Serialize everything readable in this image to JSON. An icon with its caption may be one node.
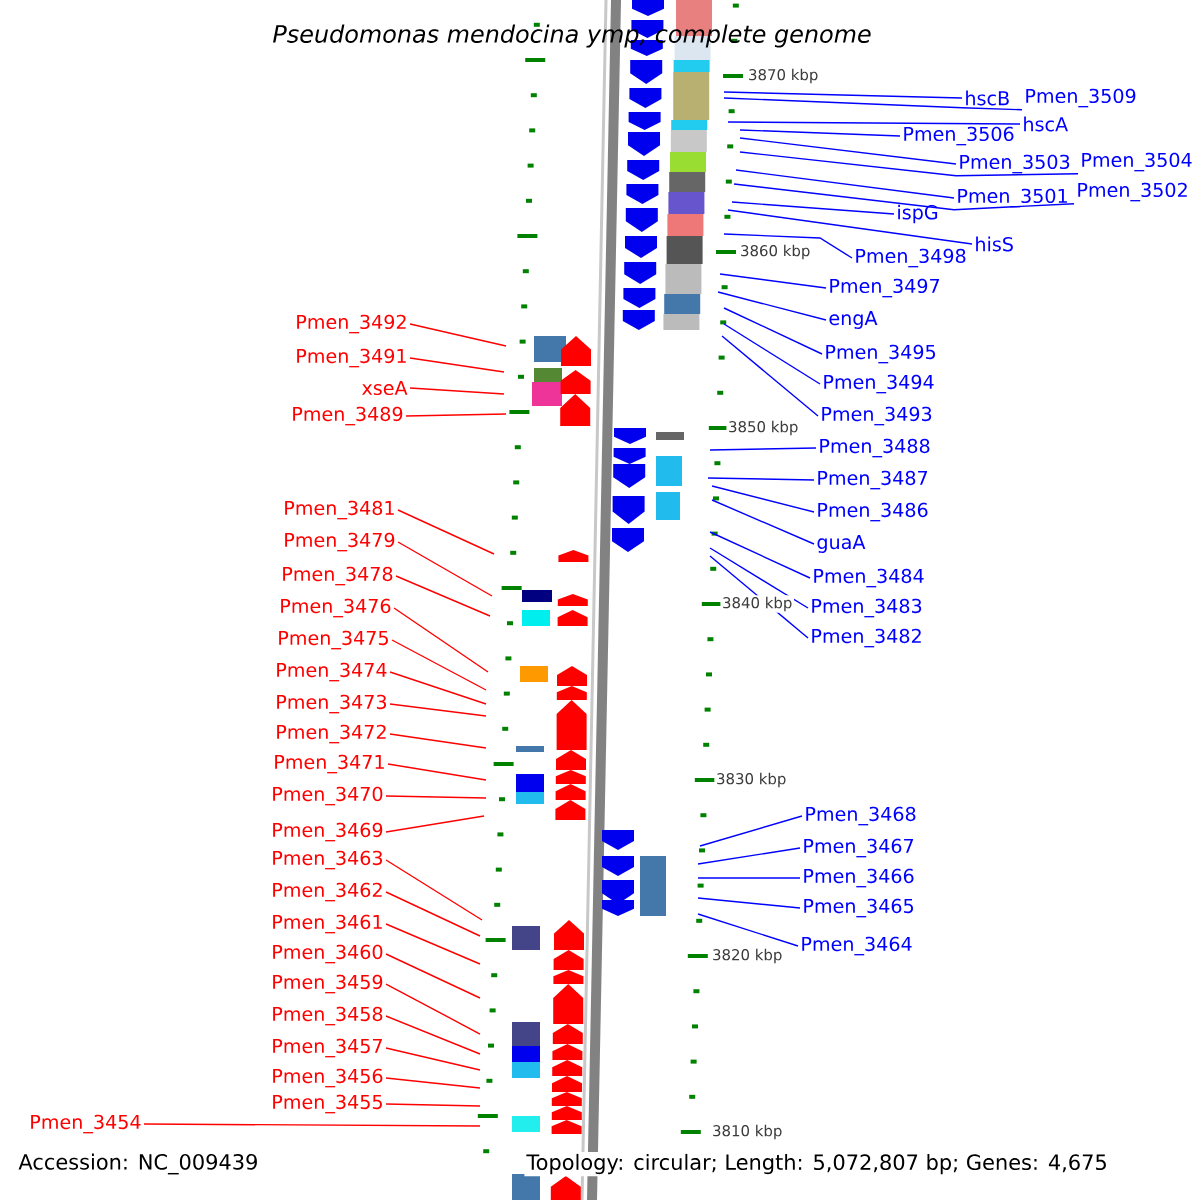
{
  "diagram": {
    "title": "Pseudomonas mendocina ymp, complete genome",
    "nodes": [
      {
        "text": [
          "hscB"
        ]
      },
      {
        "text": [
          "Pmen_3509"
        ]
      },
      {
        "text": [
          "hscA"
        ]
      },
      {
        "text": [
          "Pmen_3506"
        ]
      },
      {
        "text": [
          "Pmen_3503"
        ]
      },
      {
        "text": [
          "Pmen_3504"
        ]
      },
      {
        "text": [
          "Pmen_3501"
        ]
      },
      {
        "text": [
          "Pmen_3502"
        ]
      },
      {
        "text": [
          "ispG"
        ]
      },
      {
        "text": [
          "hisS"
        ]
      },
      {
        "text": [
          "Pmen_3498"
        ]
      },
      {
        "text": [
          "Pmen_3497"
        ]
      },
      {
        "text": [
          "engA"
        ]
      },
      {
        "text": [
          "Pmen_3495"
        ]
      },
      {
        "text": [
          "Pmen_3494"
        ]
      },
      {
        "text": [
          "Pmen_3493"
        ]
      },
      {
        "text": [
          "Pmen_3488"
        ]
      },
      {
        "text": [
          "Pmen_3487"
        ]
      },
      {
        "text": [
          "Pmen_3486"
        ]
      },
      {
        "text": [
          "guaA"
        ]
      },
      {
        "text": [
          "Pmen_3484"
        ]
      },
      {
        "text": [
          "Pmen_3483"
        ]
      },
      {
        "text": [
          "Pmen_3482"
        ]
      },
      {
        "text": [
          "Pmen_3468"
        ]
      },
      {
        "text": [
          "Pmen_3467"
        ]
      },
      {
        "text": [
          "Pmen_3466"
        ]
      },
      {
        "text": [
          "Pmen_3465"
        ]
      },
      {
        "text": [
          "Pmen_3464"
        ]
      },
      {
        "text": [
          "Pmen_3492"
        ]
      },
      {
        "text": [
          "Pmen_3491"
        ]
      },
      {
        "text": [
          "xseA"
        ]
      },
      {
        "text": [
          "Pmen_3489"
        ]
      },
      {
        "text": [
          "Pmen_3481"
        ]
      },
      {
        "text": [
          "Pmen_3479"
        ]
      },
      {
        "text": [
          "Pmen_3478"
        ]
      },
      {
        "text": [
          "Pmen_3476"
        ]
      },
      {
        "text": [
          "Pmen_3475"
        ]
      },
      {
        "text": [
          "Pmen_3474"
        ]
      },
      {
        "text": [
          "Pmen_3473"
        ]
      },
      {
        "text": [
          "Pmen_3472"
        ]
      },
      {
        "text": [
          "Pmen_3471"
        ]
      },
      {
        "text": [
          "Pmen_3470"
        ]
      },
      {
        "text": [
          "Pmen_3469"
        ]
      },
      {
        "text": [
          "Pmen_3463"
        ]
      },
      {
        "text": [
          "Pmen_3462"
        ]
      },
      {
        "text": [
          "Pmen_3461"
        ]
      },
      {
        "text": [
          "Pmen_3460"
        ]
      },
      {
        "text": [
          "Pmen_3459"
        ]
      },
      {
        "text": [
          "Pmen_3458"
        ]
      },
      {
        "text": [
          "Pmen_3457"
        ]
      },
      {
        "text": [
          "Pmen_3456"
        ]
      },
      {
        "text": [
          "Pmen_3455"
        ]
      },
      {
        "text": [
          "Pmen_3454"
        ]
      }
    ],
    "edges": [
      {
        "from": 0,
        "to": null,
        "arrow": "none"
      },
      {
        "from": 1,
        "to": null,
        "arrow": "none"
      },
      {
        "from": 2,
        "to": null,
        "arrow": "none"
      },
      {
        "from": 3,
        "to": null,
        "arrow": "none"
      },
      {
        "from": 4,
        "to": null,
        "arrow": "none"
      },
      {
        "from": 5,
        "to": null,
        "arrow": "none"
      },
      {
        "from": 6,
        "to": null,
        "arrow": "none"
      },
      {
        "from": 7,
        "to": null,
        "arrow": "none"
      },
      {
        "from": 8,
        "to": null,
        "arrow": "none"
      },
      {
        "from": 9,
        "to": null,
        "arrow": "none"
      },
      {
        "from": 10,
        "to": null,
        "arrow": "none"
      },
      {
        "from": 11,
        "to": null,
        "arrow": "none"
      },
      {
        "from": 12,
        "to": null,
        "arrow": "none"
      },
      {
        "from": 13,
        "to": null,
        "arrow": "none"
      },
      {
        "from": 14,
        "to": null,
        "arrow": "none"
      },
      {
        "from": 15,
        "to": null,
        "arrow": "none"
      },
      {
        "from": 16,
        "to": null,
        "arrow": "none"
      },
      {
        "from": 17,
        "to": null,
        "arrow": "none"
      },
      {
        "from": 18,
        "to": null,
        "arrow": "none"
      },
      {
        "from": 19,
        "to": null,
        "arrow": "none"
      },
      {
        "from": 20,
        "to": null,
        "arrow": "none"
      },
      {
        "from": 21,
        "to": null,
        "arrow": "none"
      },
      {
        "from": 22,
        "to": null,
        "arrow": "none"
      },
      {
        "from": 23,
        "to": null,
        "arrow": "none"
      },
      {
        "from": 24,
        "to": null,
        "arrow": "none"
      },
      {
        "from": 25,
        "to": null,
        "arrow": "none"
      },
      {
        "from": 26,
        "to": null,
        "arrow": "none"
      },
      {
        "from": 27,
        "to": null,
        "arrow": "none"
      },
      {
        "from": 28,
        "to": null,
        "arrow": "none",
        "color": "#ff0000"
      },
      {
        "from": 29,
        "to": null,
        "arrow": "none",
        "color": "#ff0000"
      },
      {
        "from": 30,
        "to": null,
        "arrow": "none",
        "color": "#ff0000"
      },
      {
        "from": 31,
        "to": null,
        "arrow": "none",
        "color": "#ff0000"
      },
      {
        "from": 32,
        "to": null,
        "arrow": "none",
        "color": "#ff0000"
      },
      {
        "from": 33,
        "to": null,
        "arrow": "none",
        "color": "#ff0000"
      },
      {
        "from": 34,
        "to": null,
        "arrow": "none",
        "color": "#ff0000"
      },
      {
        "from": 35,
        "to": null,
        "arrow": "none",
        "color": "#ff0000"
      },
      {
        "from": 36,
        "to": null,
        "arrow": "none",
        "color": "#ff0000"
      },
      {
        "from": 37,
        "to": null,
        "arrow": "none",
        "color": "#ff0000"
      },
      {
        "from": 38,
        "to": null,
        "arrow": "none",
        "color": "#ff0000"
      },
      {
        "from": 39,
        "to": null,
        "arrow": "none",
        "color": "#ff0000"
      },
      {
        "from": 40,
        "to": null,
        "arrow": "none",
        "color": "#ff0000"
      },
      {
        "from": 41,
        "to": null,
        "arrow": "none",
        "color": "#ff0000"
      },
      {
        "from": 42,
        "to": null,
        "arrow": "none",
        "color": "#ff0000"
      },
      {
        "from": 43,
        "to": null,
        "arrow": "none",
        "color": "#ff0000"
      },
      {
        "from": 44,
        "to": null,
        "arrow": "none",
        "color": "#ff0000"
      },
      {
        "from": 45,
        "to": null,
        "arrow": "none",
        "color": "#ff0000"
      },
      {
        "from": 46,
        "to": null,
        "arrow": "none",
        "color": "#ff0000"
      },
      {
        "from": 47,
        "to": null,
        "arrow": "none",
        "color": "#ff0000"
      },
      {
        "from": 48,
        "to": null,
        "arrow": "none",
        "color": "#ff0000"
      },
      {
        "from": 49,
        "to": null,
        "arrow": "none",
        "color": "#ff0000"
      },
      {
        "from": 50,
        "to": null,
        "arrow": "none",
        "color": "#ff0000"
      },
      {
        "from": 51,
        "to": null,
        "arrow": "none",
        "color": "#ff0000"
      },
      {
        "from": 52,
        "to": null,
        "arrow": "none",
        "color": "#ff0000"
      }
    ],
    "labels": [
      "3870 kbp",
      "3860 kbp",
      "3850 kbp",
      "3840 kbp",
      "3830 kbp",
      "3820 kbp",
      "3810 kbp",
      "Accession: NC_009439",
      "Topology: circular; Length: 5,072,807 bp; Genes: 4,675"
    ]
  }
}
